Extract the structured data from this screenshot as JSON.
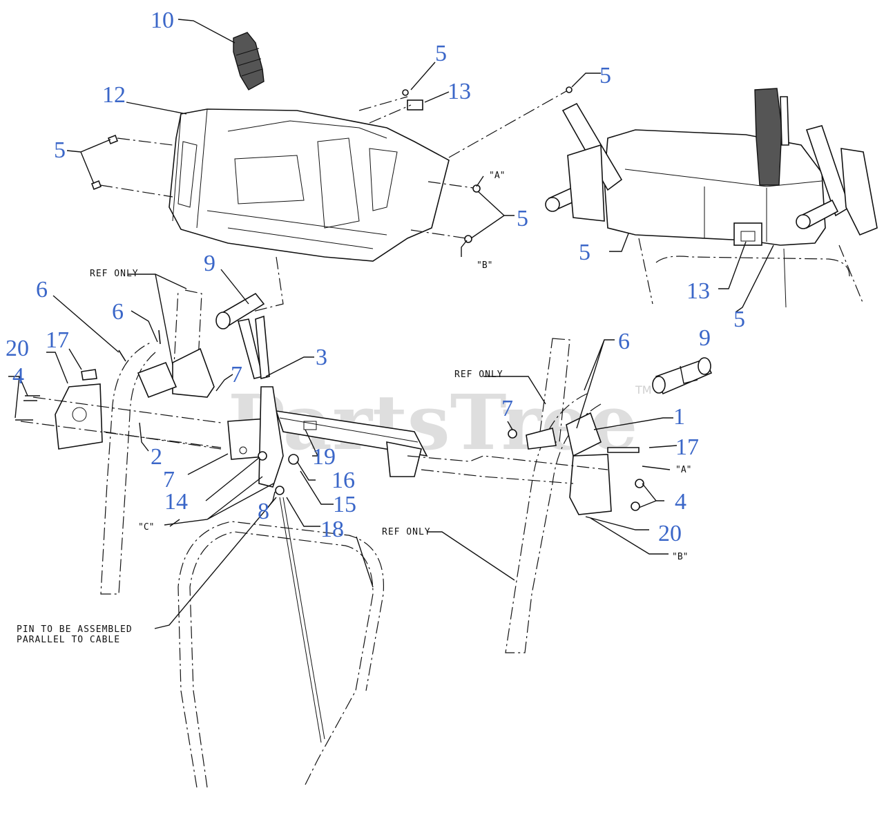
{
  "watermark": {
    "text": "PartsTree",
    "tm": "TM"
  },
  "callouts": [
    {
      "id": "c10",
      "text": "10"
    },
    {
      "id": "c5a",
      "text": "5"
    },
    {
      "id": "c13a",
      "text": "13"
    },
    {
      "id": "c12",
      "text": "12"
    },
    {
      "id": "c5b",
      "text": "5"
    },
    {
      "id": "c5c",
      "text": "5"
    },
    {
      "id": "c5d",
      "text": "5"
    },
    {
      "id": "c5e",
      "text": "5"
    },
    {
      "id": "c13b",
      "text": "13"
    },
    {
      "id": "c5f",
      "text": "5"
    },
    {
      "id": "c9a",
      "text": "9"
    },
    {
      "id": "c6a",
      "text": "6"
    },
    {
      "id": "c6b",
      "text": "6"
    },
    {
      "id": "c20a",
      "text": "20"
    },
    {
      "id": "c17a",
      "text": "17"
    },
    {
      "id": "c4a",
      "text": "4"
    },
    {
      "id": "c3",
      "text": "3"
    },
    {
      "id": "c7a",
      "text": "7"
    },
    {
      "id": "c2",
      "text": "2"
    },
    {
      "id": "c7b",
      "text": "7"
    },
    {
      "id": "c14",
      "text": "14"
    },
    {
      "id": "c19",
      "text": "19"
    },
    {
      "id": "c16",
      "text": "16"
    },
    {
      "id": "c15",
      "text": "15"
    },
    {
      "id": "c8",
      "text": "8"
    },
    {
      "id": "c18",
      "text": "18"
    },
    {
      "id": "c9b",
      "text": "9"
    },
    {
      "id": "c6c",
      "text": "6"
    },
    {
      "id": "c7c",
      "text": "7"
    },
    {
      "id": "c1",
      "text": "1"
    },
    {
      "id": "c17b",
      "text": "17"
    },
    {
      "id": "c4b",
      "text": "4"
    },
    {
      "id": "c20b",
      "text": "20"
    }
  ],
  "notes": {
    "ref_only_1": "REF ONLY",
    "ref_only_2": "REF ONLY",
    "ref_only_3": "REF ONLY",
    "pin_line1": "PIN TO BE ASSEMBLED",
    "pin_line2": "PARALLEL TO CABLE"
  },
  "markers": {
    "a_top": "\"A\"",
    "b_top": "\"B\"",
    "c_left": "\"C\"",
    "a_right": "\"A\"",
    "b_right": "\"B\""
  },
  "colors": {
    "callout": "#3a66c8",
    "line": "#111111",
    "watermark": "#d9d9d9"
  }
}
